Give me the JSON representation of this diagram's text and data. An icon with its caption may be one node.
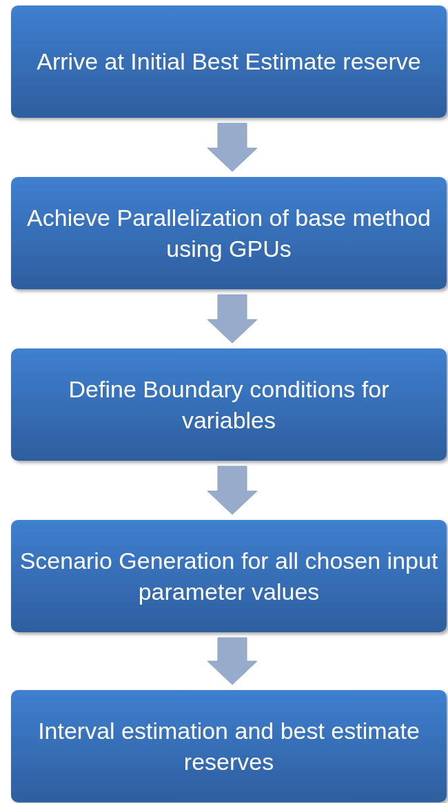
{
  "diagram": {
    "nodes": [
      {
        "text": [
          "Arrive at Initial Best Estimate reserve"
        ]
      },
      {
        "text": [
          "Achieve Parallelization of base method using GPUs"
        ]
      },
      {
        "text": [
          "Define Boundary conditions for variables"
        ]
      },
      {
        "text": [
          "Scenario Generation for all chosen input parameter values"
        ]
      },
      {
        "text": [
          "Interval estimation and best estimate reserves"
        ]
      }
    ],
    "edges": [
      {
        "from": 0,
        "to": 1,
        "arrow": "to"
      },
      {
        "from": 1,
        "to": 2,
        "arrow": "to"
      },
      {
        "from": 2,
        "to": 3,
        "arrow": "to"
      },
      {
        "from": 3,
        "to": 4,
        "arrow": "to"
      }
    ]
  }
}
